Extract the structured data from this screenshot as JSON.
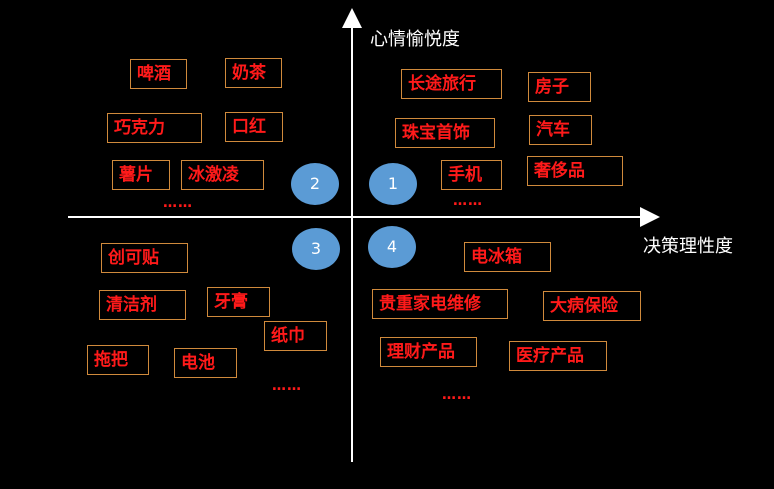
{
  "axes": {
    "y_label": "心情愉悦度",
    "x_label": "决策理性度"
  },
  "quadrants": [
    "1",
    "2",
    "3",
    "4"
  ],
  "items": {
    "q2": [
      "啤酒",
      "奶茶",
      "巧克力",
      "口红",
      "薯片",
      "冰激凌"
    ],
    "q1": [
      "长途旅行",
      "房子",
      "珠宝首饰",
      "汽车",
      "手机",
      "奢侈品"
    ],
    "q3": [
      "创可贴",
      "清洁剂",
      "牙膏",
      "纸巾",
      "拖把",
      "电池"
    ],
    "q4": [
      "电冰箱",
      "贵重家电维修",
      "大病保险",
      "理财产品",
      "医疗产品"
    ]
  },
  "ellipsis": "……",
  "colors": {
    "background": "#000000",
    "axis": "#ffffff",
    "item_text": "#ff1a1a",
    "item_border": "#d08a3c",
    "circle": "#5b9bd5"
  }
}
